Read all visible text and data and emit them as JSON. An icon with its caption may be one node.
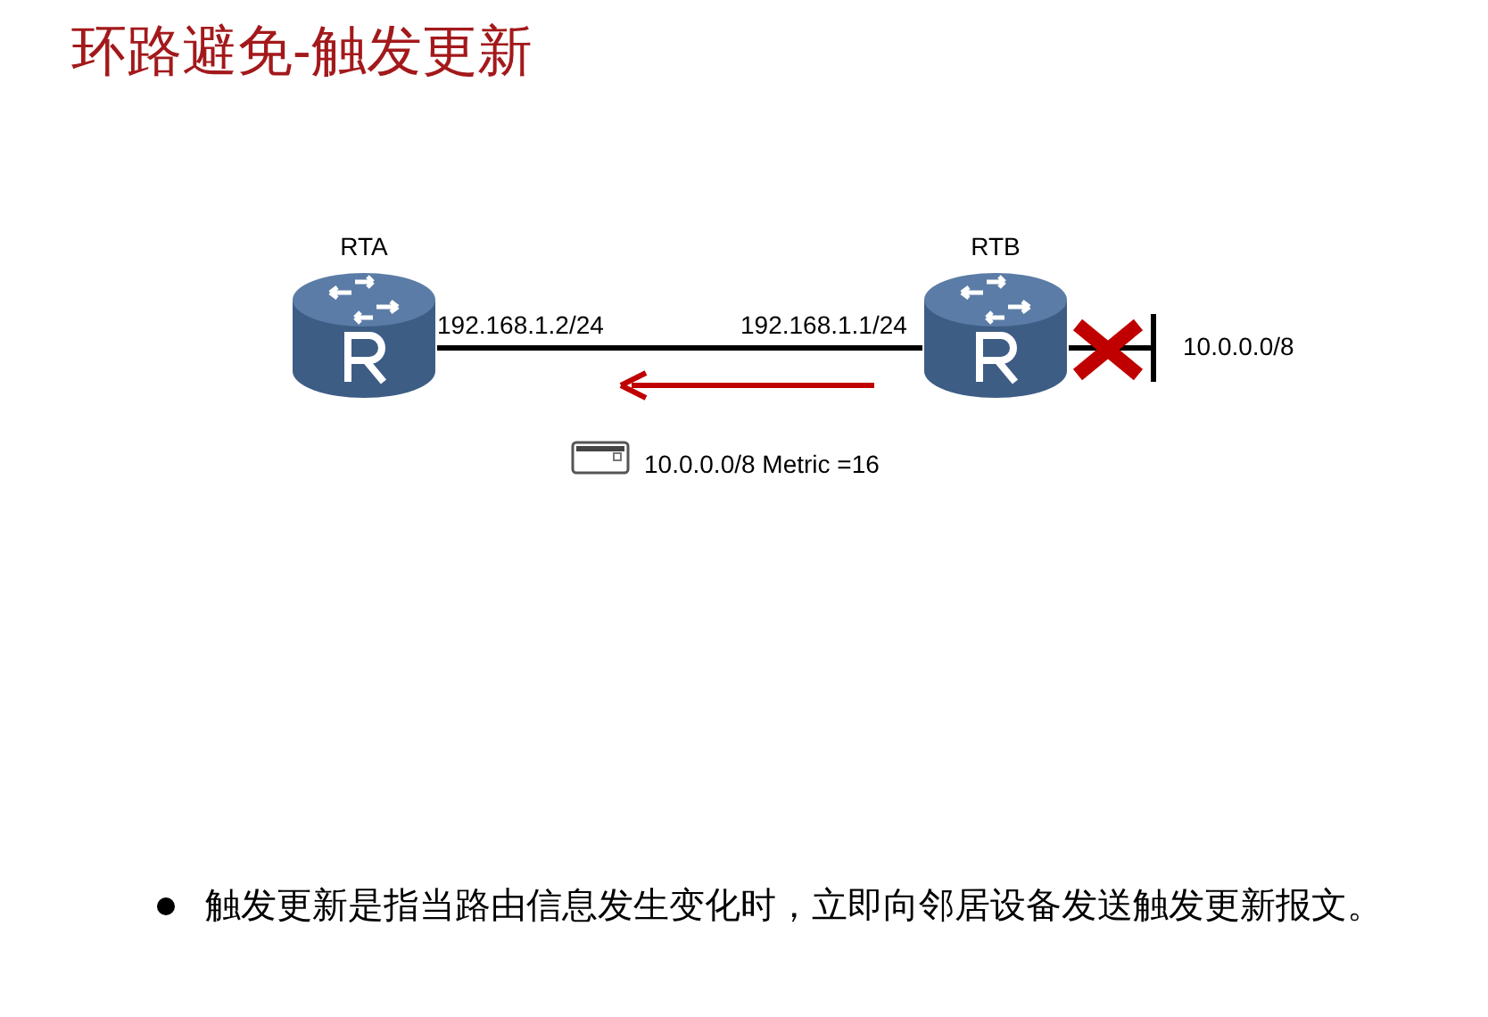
{
  "diagram": {
    "title": "环路避免-触发更新",
    "nodes": [
      {
        "text": [
          "RTA"
        ]
      },
      {
        "text": [
          "RTB"
        ]
      },
      {
        "text": [],
        "shape": "bar",
        "beside": [
          "10.0.0.0/8"
        ]
      }
    ],
    "edges": [
      {
        "from": 0,
        "to": 1,
        "arrow": "none"
      },
      {
        "from": 1,
        "to": 2,
        "arrow": "none"
      }
    ],
    "labels": [
      "192.168.1.2/24",
      "192.168.1.1/24",
      "10.0.0.0/8 Metric =16",
      "触发更新是指当路由信息发生变化时，立即向邻居设备发送触发更新报文。"
    ]
  }
}
